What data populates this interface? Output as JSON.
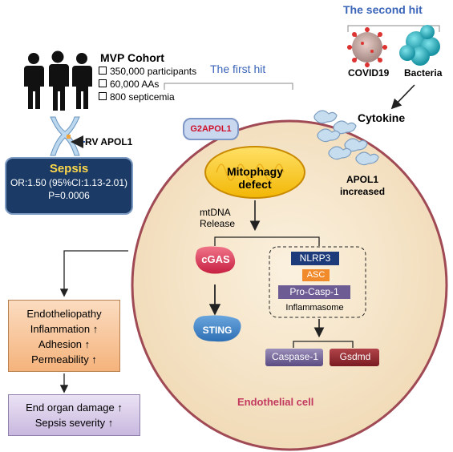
{
  "cohort": {
    "title": "MVP Cohort",
    "items": [
      "350,000 participants",
      "60,000 AAs",
      "800 septicemia"
    ]
  },
  "first_hit": "The first hit",
  "second_hit": "The second hit",
  "pathogens": {
    "covid": "COVID19",
    "bacteria": "Bacteria"
  },
  "cytokine": "Cytokine",
  "variant_label": "RV APOL1",
  "sepsis": {
    "title": "Sepsis",
    "or_line": "OR:1.50 (95%CI:1.13-2.01)",
    "p_line": "P=0.0006"
  },
  "g2apol1": "G2APOL1",
  "mitophagy": [
    "Mitophagy",
    "defect"
  ],
  "apol1_increased": [
    "APOL1",
    "increased"
  ],
  "mtdna_release": [
    "mtDNA",
    "Release"
  ],
  "cgas": "cGAS",
  "sting": "STING",
  "inflammasome": {
    "nlrp3": "NLRP3",
    "asc": "ASC",
    "pro_casp1": "Pro-Casp-1",
    "label": "Inflammasome"
  },
  "caspase1": "Caspase-1",
  "gsdmd": "Gsdmd",
  "endothelial_cell": "Endothelial cell",
  "outcomes_box": [
    "Endotheliopathy",
    "Inflammation ↑",
    "Adhesion ↑",
    "Permeability ↑"
  ],
  "final_box": [
    "End organ damage ↑",
    "Sepsis severity ↑"
  ],
  "colors": {
    "cell_fill": "#f7e6c8",
    "cell_border": "#a04a55",
    "title_blue": "#3a64b8",
    "sepsis_bg": "#1b3b66",
    "sepsis_title": "#ffd84a",
    "endo_red": "#c2385e"
  }
}
